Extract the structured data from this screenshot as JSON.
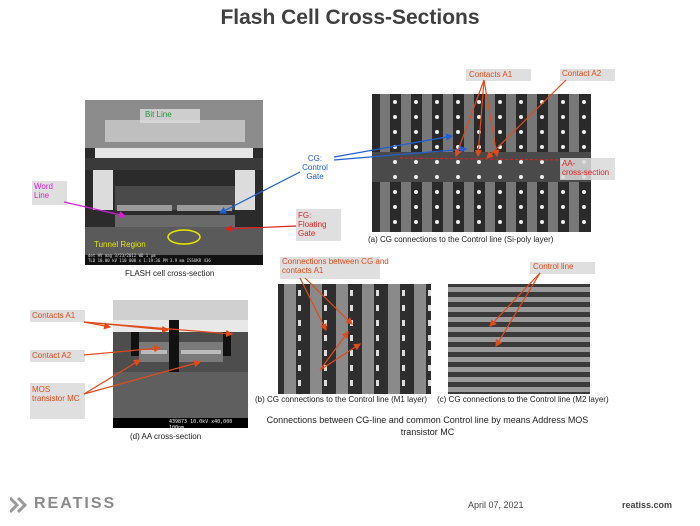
{
  "title": "Flash Cell Cross-Sections",
  "labels": {
    "bit_line": "Bit Line",
    "word_line": "Word\nLine",
    "tunnel_region": "Tunnel Region",
    "cg_control_gate": "CG:\nControl\nGate",
    "fg_floating_gate": "FG:\nFloating\nGate",
    "contacts_a1": "Contacts A1",
    "contact_a2": "Contact A2",
    "aa_cross_section": "AA-\ncross-section",
    "connections_cg_a1": "Connections between CG and\ncontacts A1",
    "control_line": "Control line",
    "contacts_a1_left": "Contacts A1",
    "contact_a2_left": "Contact A2",
    "mos_transistor": "MOS\ntransistor MC"
  },
  "captions": {
    "flash_cell": "FLASH cell cross-section",
    "a": "(a) CG connections  to the Control line   (Si-poly layer)",
    "b": "(b) CG connections to the Control line   (M1 layer)",
    "c": "(c) CG connections to the Control line    (M2 layer)",
    "d": "(d) AA cross-section",
    "summary": "Connections between CG-line and common Control line by means Address MOS\ntransistor MC"
  },
  "sem_text": {
    "top_databar": "det  HV   mag   3/23/2012  WD        1 μm",
    "top_databar2": "TLD 10.00 kV 110 000 x 1:19:36 PM 3.9 mm   ISSUKR 436",
    "bottom_databar": "439873 10.0kV  x40,000  100nm"
  },
  "footer": {
    "brand": "REATISS",
    "date": "April 07, 2021",
    "site": "reatiss.com"
  },
  "colors": {
    "orange_label": "#e34a1a",
    "blue_label": "#1f5fd6",
    "red_label": "#e02020",
    "green_label": "#1f9a3a",
    "magenta_label": "#d51fd5",
    "yellow_label": "#e8e800"
  }
}
